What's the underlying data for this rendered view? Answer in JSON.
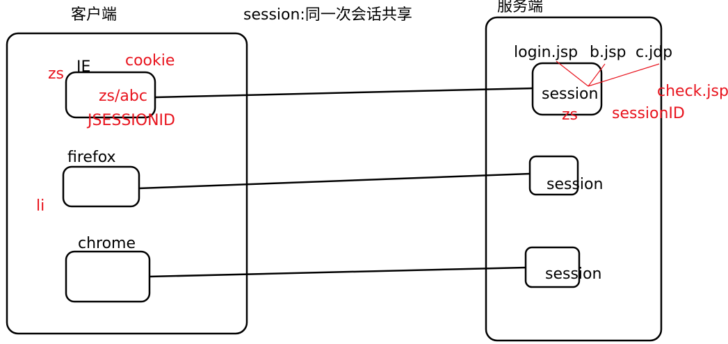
{
  "title": "session:同一次会话共享",
  "client": {
    "label": "客户端",
    "ie_label": "IE",
    "firefox_label": "firefox",
    "chrome_label": "chrome"
  },
  "server": {
    "label": "服务端",
    "pages": [
      "login.jsp",
      "b.jsp",
      "c.jdp"
    ],
    "session_label": "session"
  },
  "annotations": {
    "zs_left": "zs",
    "cookie": "cookie",
    "cookie_value": "zs/abc",
    "jsessionid": "JSESSIONID",
    "li": "li",
    "check_jsp": "check.jsp",
    "session_zs": "zs",
    "session_id": "sessionID"
  },
  "colors": {
    "ink": "#000000",
    "annotation": "#e8131d"
  }
}
